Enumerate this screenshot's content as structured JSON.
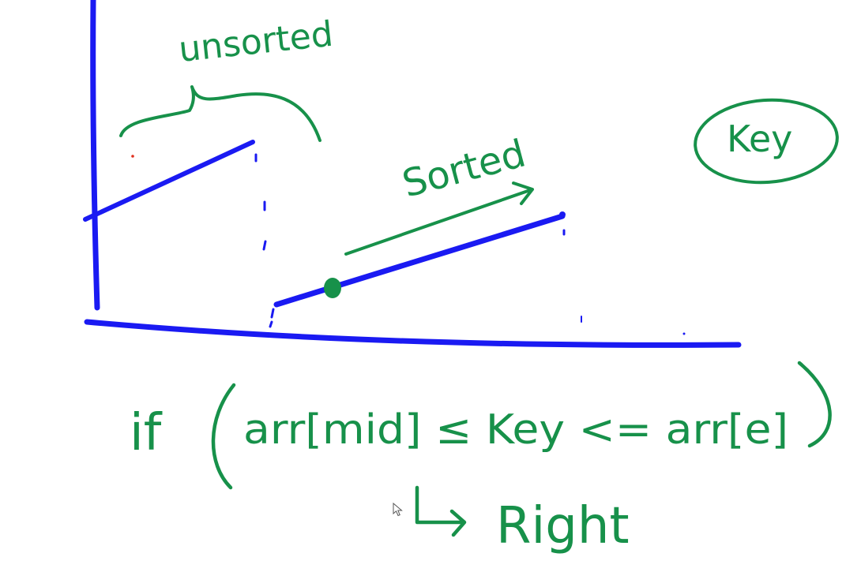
{
  "colors": {
    "axis": "#1a1af2",
    "ink_green": "#17914a",
    "marker_red": "#e0301e"
  },
  "labels": {
    "unsorted": "unsorted",
    "sorted": "Sorted",
    "key_bubble": "Key",
    "condition_if": "if",
    "condition_body": "arr[mid] ≤ Key <= arr[e]",
    "result": "Right"
  },
  "icons": {
    "cursor": "mouse-pointer-icon"
  }
}
